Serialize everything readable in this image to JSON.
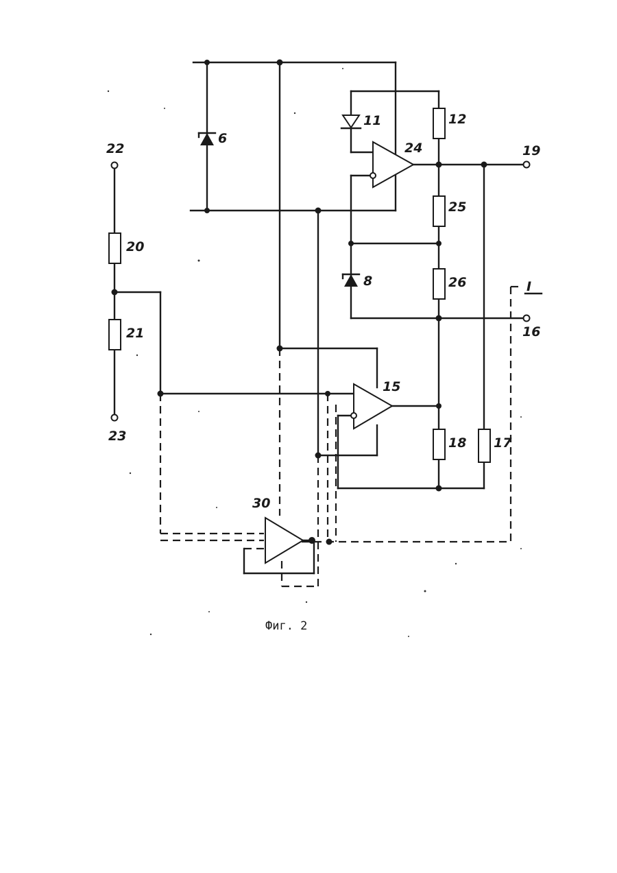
{
  "labels": {
    "n6": "6",
    "n11": "11",
    "n12": "12",
    "n24": "24",
    "n19": "19",
    "n22": "22",
    "n20": "20",
    "n25": "25",
    "n8": "8",
    "n26": "26",
    "n21": "21",
    "n16": "16",
    "n15": "15",
    "n23": "23",
    "n18": "18",
    "n17": "17",
    "n30": "30",
    "bracket": "I"
  },
  "caption": "Фиг. 2"
}
